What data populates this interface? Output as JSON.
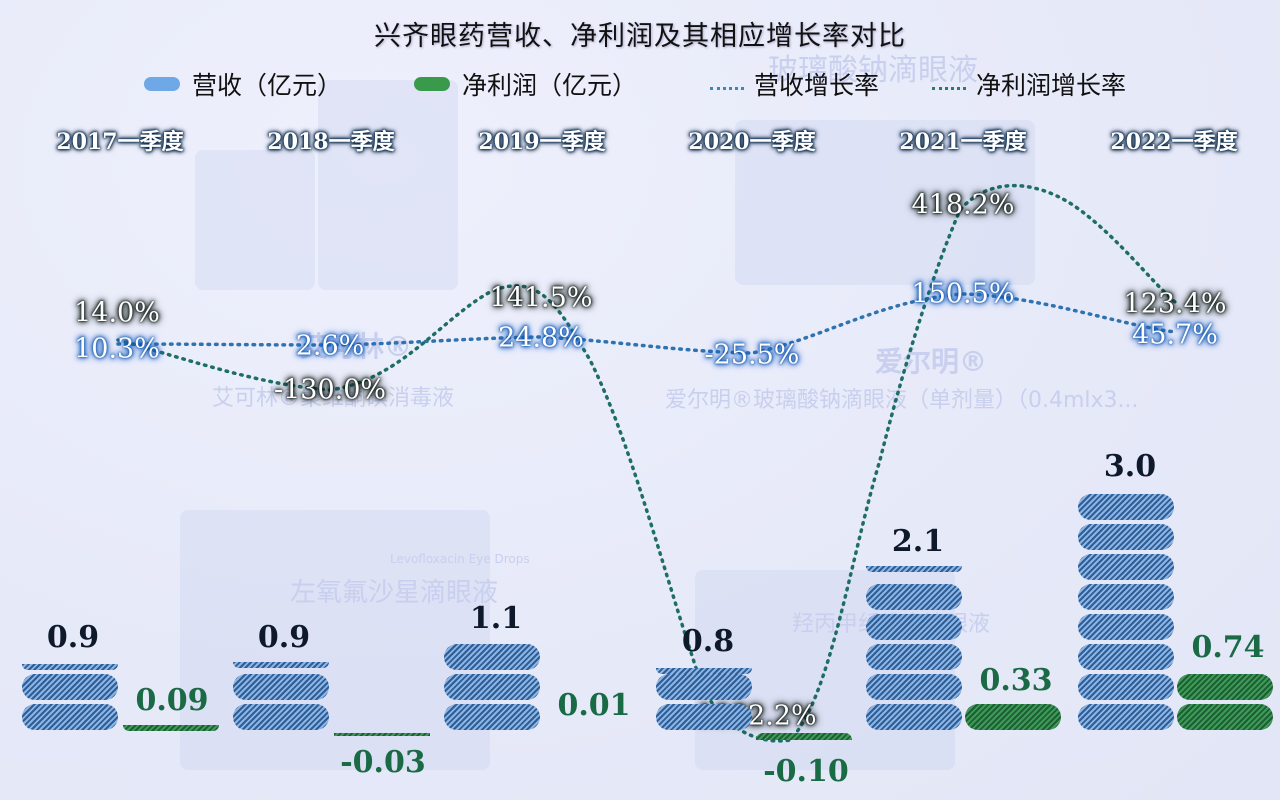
{
  "chart_data": {
    "type": "bar",
    "title": "兴齐眼药营收、净利润及其相应增长率对比",
    "categories": [
      "2017一季度",
      "2018一季度",
      "2019一季度",
      "2020一季度",
      "2021一季度",
      "2022一季度"
    ],
    "series": [
      {
        "name": "营收（亿元）",
        "type": "bar",
        "color": "#5b9ad6",
        "values": [
          0.9,
          0.9,
          1.1,
          0.8,
          2.1,
          3.0
        ],
        "labels": [
          "0.9",
          "0.9",
          "1.1",
          "0.8",
          "2.1",
          "3.0"
        ]
      },
      {
        "name": "净利润（亿元）",
        "type": "bar",
        "color": "#2e8a4a",
        "values": [
          0.09,
          -0.03,
          0.01,
          -0.1,
          0.33,
          0.74
        ],
        "labels": [
          "0.09",
          "-0.03",
          "0.01",
          "-0.10",
          "0.33",
          "0.74"
        ]
      },
      {
        "name": "营收增长率",
        "type": "line",
        "style": "dotted",
        "color": "#2f72b0",
        "values": [
          10.3,
          2.6,
          24.8,
          -25.5,
          150.5,
          45.7
        ],
        "labels": [
          "10.3%",
          "2.6%",
          "24.8%",
          "-25.5%",
          "150.5%",
          "45.7%"
        ]
      },
      {
        "name": "净利润增长率",
        "type": "line",
        "style": "dotted",
        "color": "#1f6e66",
        "values": [
          14.0,
          -130.0,
          141.5,
          -1082.2,
          418.2,
          123.4
        ],
        "labels": [
          "14.0%",
          "-130.0%",
          "141.5%",
          "-1082.2%",
          "418.2%",
          "123.4%"
        ]
      }
    ],
    "xlabel": "",
    "ylabel": "",
    "legend_position": "top",
    "grid": false
  },
  "title": "兴齐眼药营收、净利润及其相应增长率对比",
  "legend": {
    "revenue": "营收（亿元）",
    "net_profit": "净利润（亿元）",
    "revenue_growth": "营收增长率",
    "profit_growth": "净利润增长率"
  },
  "quarters": [
    "2017一季度",
    "2018一季度",
    "2019一季度",
    "2020一季度",
    "2021一季度",
    "2022一季度"
  ],
  "revenue_labels": [
    "0.9",
    "0.9",
    "1.1",
    "0.8",
    "2.1",
    "3.0"
  ],
  "profit_labels": [
    "0.09",
    "-0.03",
    "0.01",
    "-0.10",
    "0.33",
    "0.74"
  ],
  "revenue_growth_labels": [
    "10.3%",
    "2.6%",
    "24.8%",
    "-25.5%",
    "150.5%",
    "45.7%"
  ],
  "profit_growth_labels": [
    "14.0%",
    "-130.0%",
    "141.5%",
    "-1082.2%",
    "418.2%",
    "123.4%"
  ],
  "background_text": {
    "p1": "艾可林®",
    "p1_full": "艾可林®聚维酮碘消毒液",
    "p2": "爱尔明®",
    "p2_full": "爱尔明®玻璃酸钠滴眼液（单剂量）（0.4mlx3...",
    "p3": "玻璃酸钠滴眼液",
    "p4": "左氧氟沙星滴眼液",
    "p4_en": "Levofloxacin Eye Drops",
    "p5": "羟丙甲纤维素滴眼液"
  },
  "colors": {
    "revenue": "#5b9ad6",
    "profit": "#2e8a4a",
    "revenue_growth": "#2f72b0",
    "profit_growth": "#1f6e66"
  }
}
